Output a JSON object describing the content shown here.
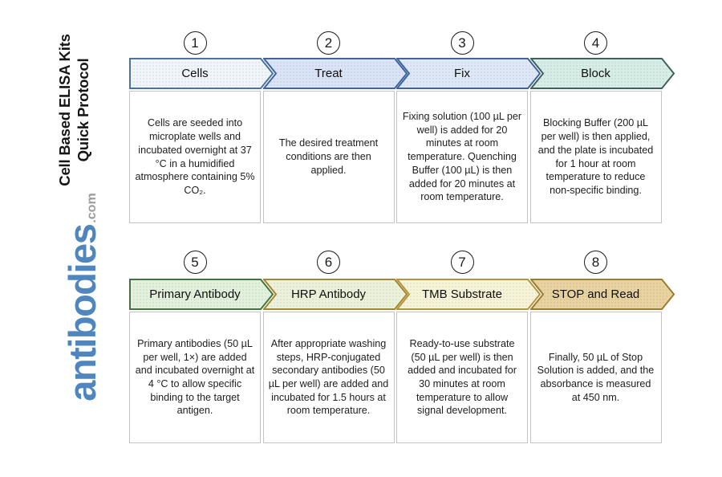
{
  "sidebar": {
    "title_line1": "Cell Based ELISA Kits",
    "title_line2": "Quick Protocol",
    "title_color": "#161616",
    "logo_text": "antibodies",
    "logo_suffix": ".com",
    "logo_color": "#4e86bd",
    "logo_suffix_color": "#9b9b9b"
  },
  "steps": [
    {
      "number": "1",
      "label": "Cells",
      "description": "Cells are seeded into microplate wells and incubated overnight at 37 °C in a humidified atmosphere containing 5% CO₂.",
      "fill": "#f1f6fb",
      "stroke": "#4a73a4"
    },
    {
      "number": "2",
      "label": "Treat",
      "description": "The desired treatment conditions are then applied.",
      "fill": "#dbe5f7",
      "stroke": "#41649c"
    },
    {
      "number": "3",
      "label": "Fix",
      "description": "Fixing solution (100 µL per well) is added for 20 minutes at room temperature. Quenching Buffer (100 µL) is then added for 20 minutes at room temperature.",
      "fill": "#dfe9f8",
      "stroke": "#41649c"
    },
    {
      "number": "4",
      "label": "Block",
      "description": "Blocking Buffer (200 µL per well) is then applied, and the plate is incubated for 1 hour at room temperature to reduce non-specific binding.",
      "fill": "#d7eee6",
      "stroke": "#40625c"
    },
    {
      "number": "5",
      "label": "Primary Antibody",
      "description": "Primary antibodies (50 µL per well, 1×) are added and incubated overnight at 4 °C to allow specific binding to the target antigen.",
      "fill": "#e4f2dd",
      "stroke": "#40753f"
    },
    {
      "number": "6",
      "label": "HRP Antibody",
      "description": "After appropriate washing steps, HRP-conjugated secondary antibodies (50 µL per well) are added and incubated for 1.5 hours at room temperature.",
      "fill": "#edf3da",
      "stroke": "#a5852f"
    },
    {
      "number": "7",
      "label": "TMB Substrate",
      "description": "Ready-to-use substrate (50 µL per well) is then added and incubated for 30 minutes at room temperature to allow signal development.",
      "fill": "#f8f4d8",
      "stroke": "#b3943f"
    },
    {
      "number": "8",
      "label": "STOP and Read",
      "description": "Finally, 50 µL of Stop Solution is added, and the absorbance is measured at 450 nm.",
      "fill": "#e9d4a0",
      "stroke": "#9d7b30"
    }
  ]
}
